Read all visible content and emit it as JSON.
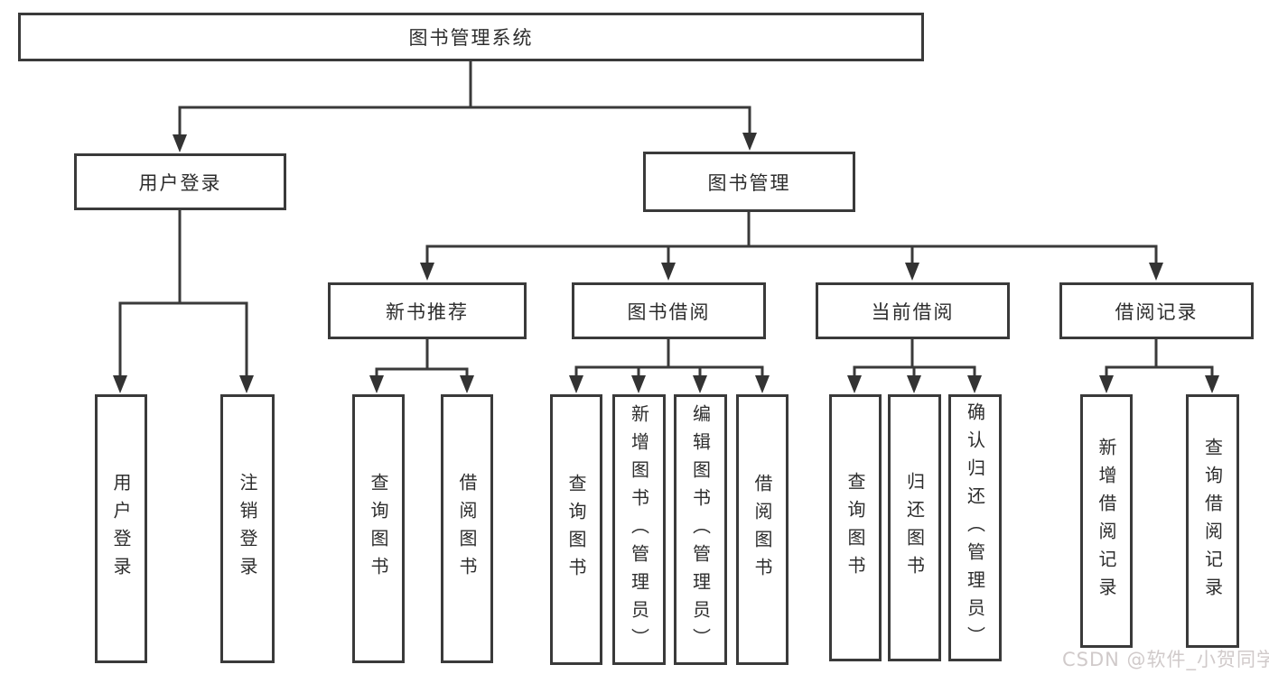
{
  "diagram": {
    "root": {
      "label": "图书管理系统"
    },
    "branches": [
      {
        "label": "用户登录",
        "children": [
          {
            "label": "用户登录"
          },
          {
            "label": "注销登录"
          }
        ]
      },
      {
        "label": "图书管理",
        "children": [
          {
            "label": "新书推荐",
            "children": [
              {
                "label": "查询图书"
              },
              {
                "label": "借阅图书"
              }
            ]
          },
          {
            "label": "图书借阅",
            "children": [
              {
                "label": "查询图书"
              },
              {
                "label": "新增图书（管理员）"
              },
              {
                "label": "编辑图书（管理员）"
              },
              {
                "label": "借阅图书"
              }
            ]
          },
          {
            "label": "当前借阅",
            "children": [
              {
                "label": "查询图书"
              },
              {
                "label": "归还图书"
              },
              {
                "label": "确认归还（管理员）"
              }
            ]
          },
          {
            "label": "借阅记录",
            "children": [
              {
                "label": "新增借阅记录"
              },
              {
                "label": "查询借阅记录"
              }
            ]
          }
        ]
      }
    ]
  },
  "watermark": "CSDN @软件_小贺同学",
  "colors": {
    "line": "#3a3a3a",
    "text": "#2d2d2d",
    "background": "#ffffff",
    "watermark": "#ccc5c5"
  }
}
